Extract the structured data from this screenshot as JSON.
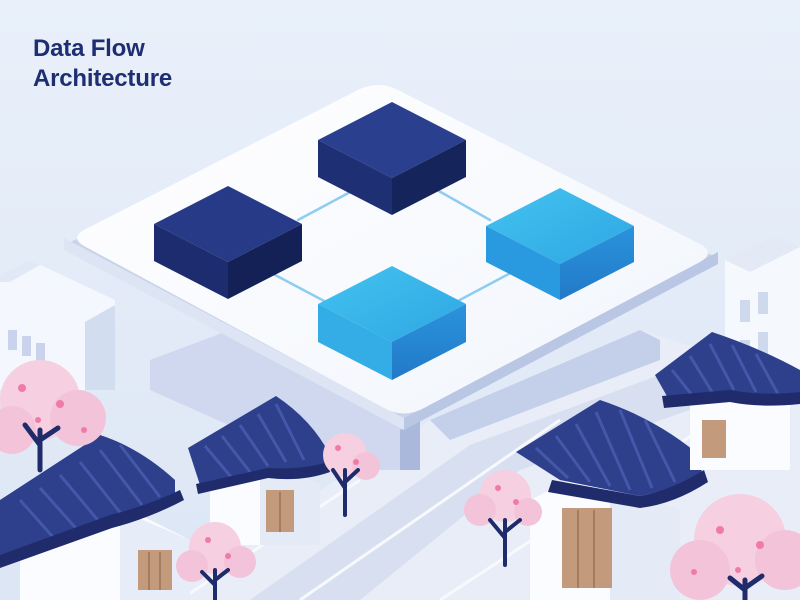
{
  "title": {
    "line1": "Data Flow",
    "line2": "Architecture"
  },
  "colors": {
    "background": "#e6eef9",
    "title": "#1d2f72",
    "node_dark_blue": "#22357f",
    "node_light_blue": "#39b6e8",
    "connector": "#8ecdf0",
    "roof_tiles": "#2e3f8c",
    "cherry_blossom": "#f6cfe0",
    "tree_trunk": "#1f2b6b",
    "wall": "#fbfcff",
    "door": "#c49a7c"
  },
  "icons": {
    "node": "isometric-cube",
    "roof": "hanok-tiled-roof",
    "tree": "cherry-blossom-tree"
  }
}
